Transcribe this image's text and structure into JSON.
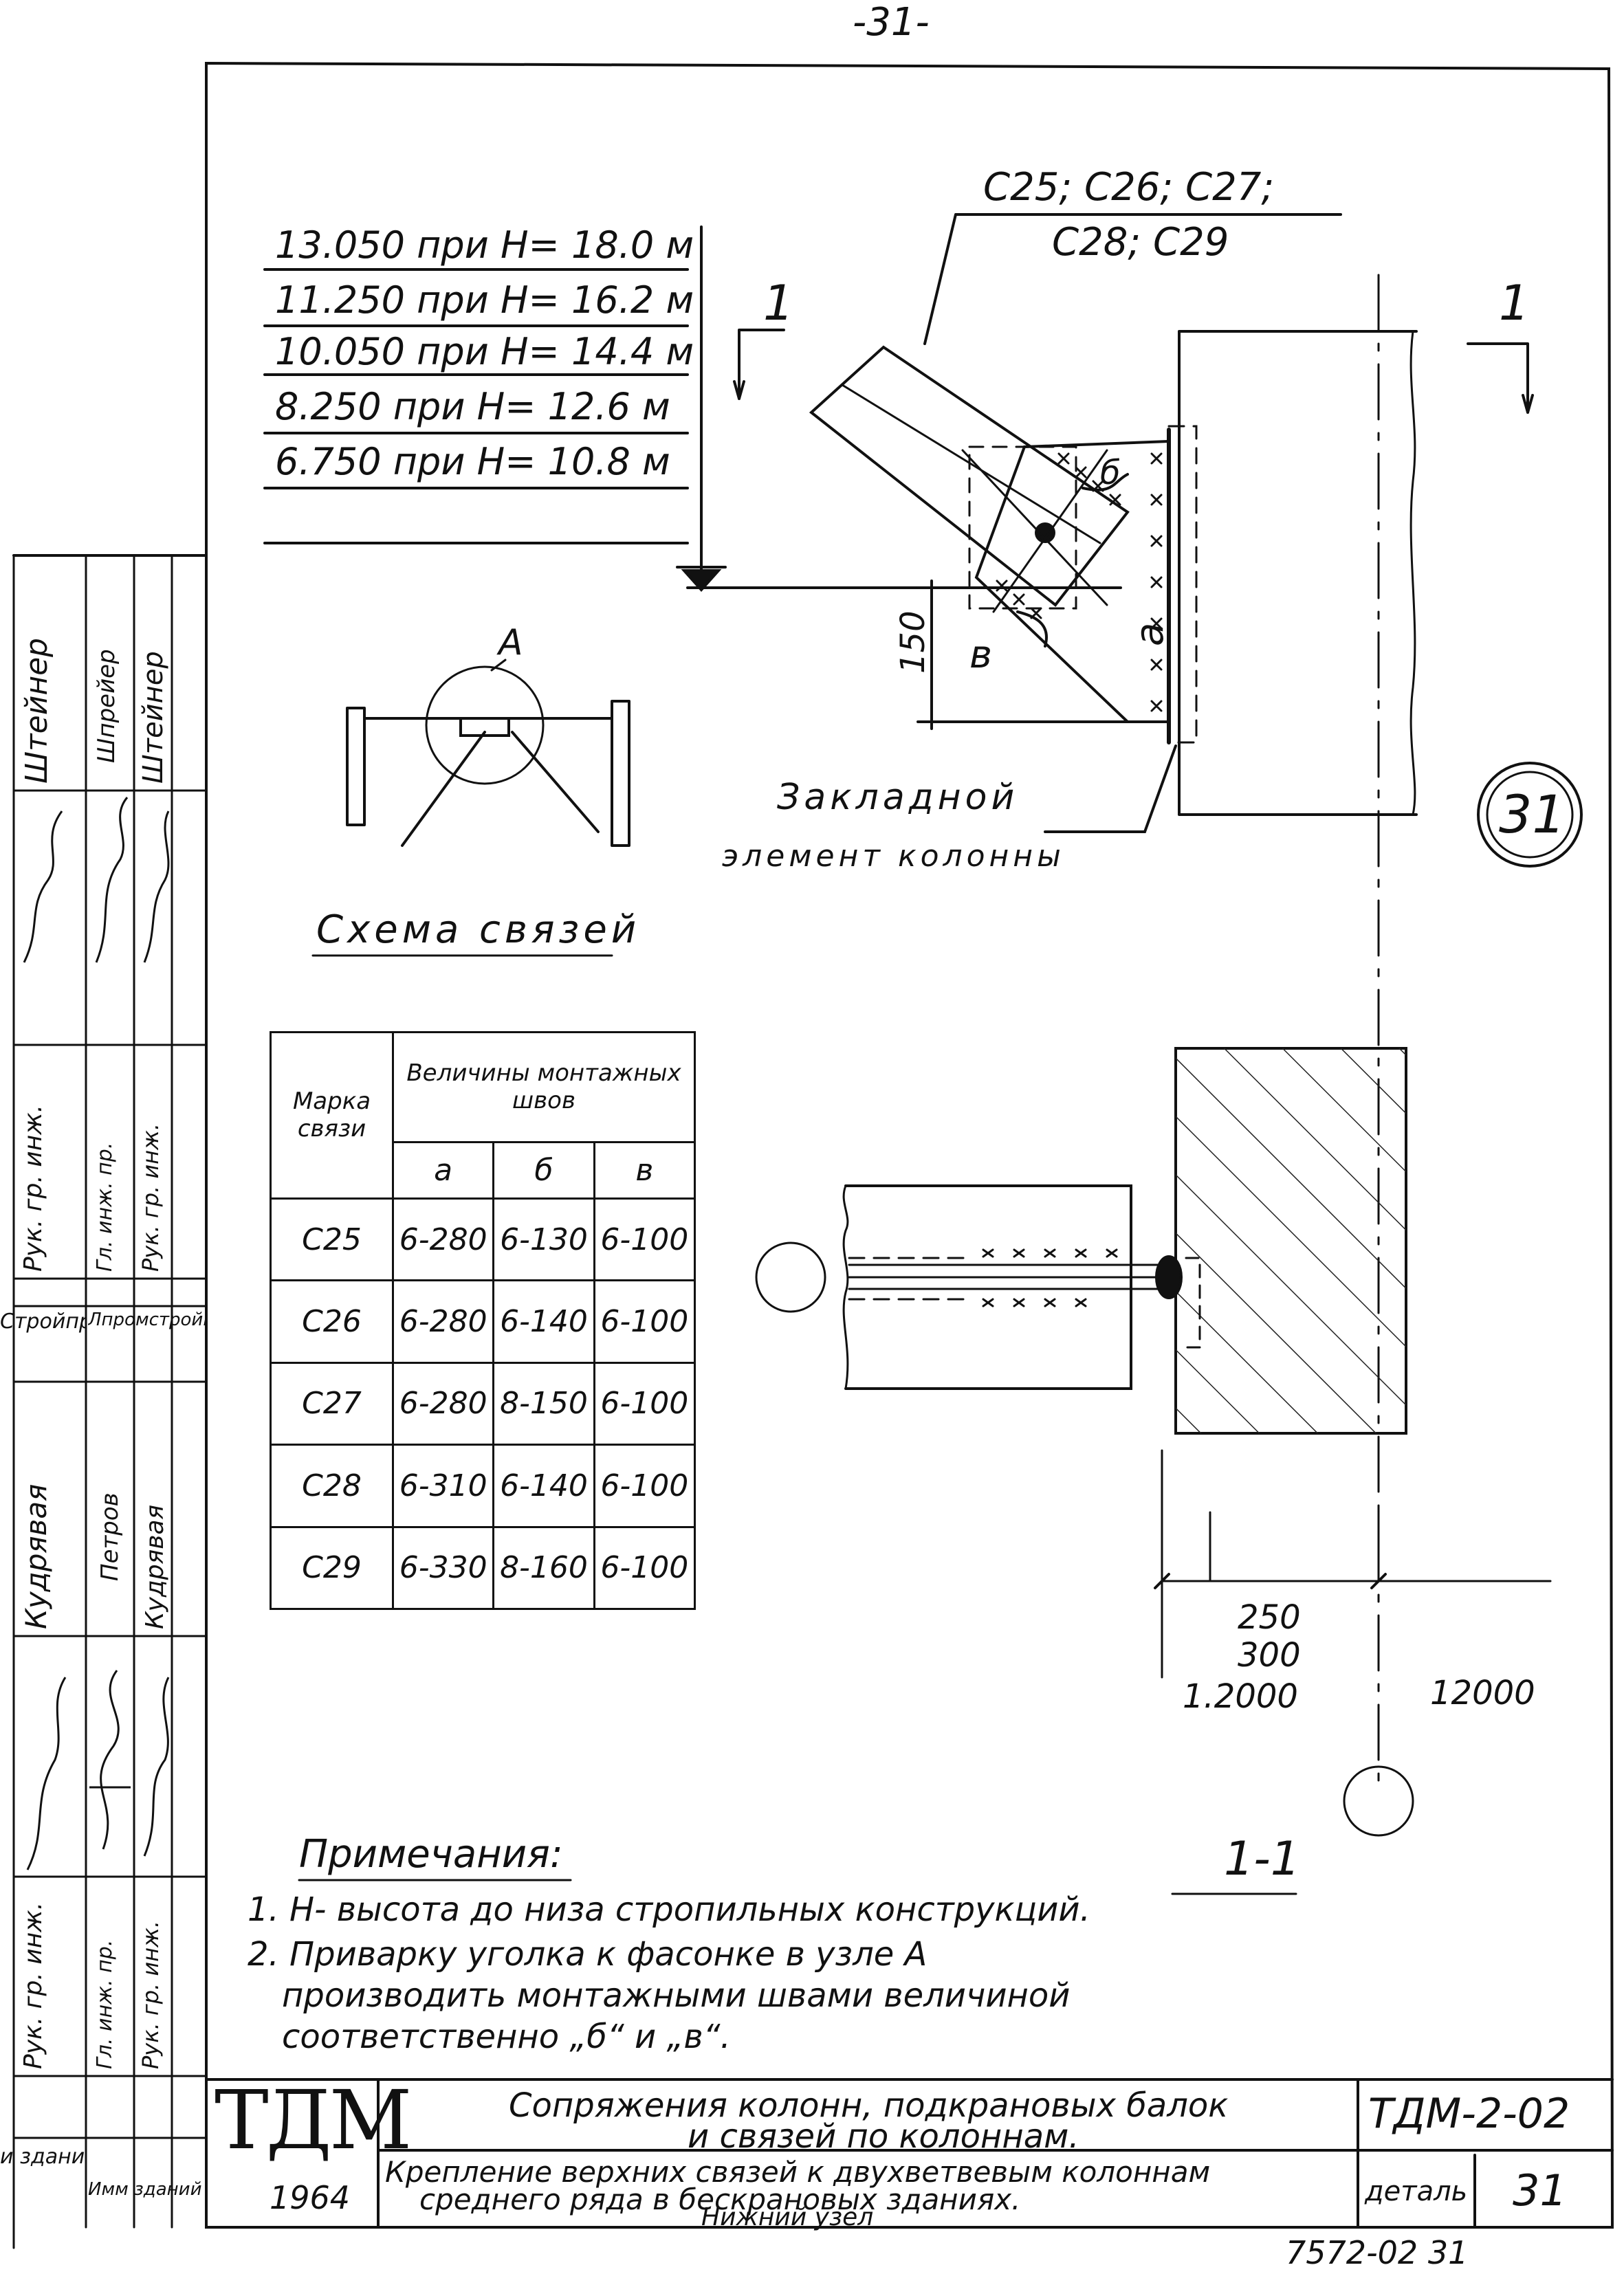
{
  "page_number": "-31-",
  "elevations": [
    "13.050 при H= 18.0 м",
    "11.250 при H= 16.2 м",
    "10.050 при H= 14.4 м",
    "8.250 при H= 12.6 м",
    "6.750 при H= 10.8 м"
  ],
  "brace_marks_line1": "С25; С26; С27;",
  "brace_marks_line2": "С28; С29",
  "section_mark": "1",
  "dim_150": "150",
  "weld_labels": {
    "a": "а",
    "b": "б",
    "v": "в"
  },
  "node_label": "А",
  "embedded_line1": "Закладной",
  "embedded_line2": "элемент колонны",
  "scheme_title": "Схема связей",
  "sheet_circle": "31",
  "table": {
    "col_mark": "Марка связи",
    "col_values": "Величины монтажных швов",
    "sub_a": "а",
    "sub_b": "б",
    "sub_v": "в",
    "rows": [
      [
        "С25",
        "6-280",
        "6-130",
        "6-100"
      ],
      [
        "С26",
        "6-280",
        "6-140",
        "6-100"
      ],
      [
        "С27",
        "6-280",
        "8-150",
        "6-100"
      ],
      [
        "С28",
        "6-310",
        "6-140",
        "6-100"
      ],
      [
        "С29",
        "6-330",
        "8-160",
        "6-100"
      ]
    ]
  },
  "dims": {
    "d250": "250",
    "d300": "300",
    "d1200": "1.2000",
    "d12000": "12000"
  },
  "section_title": "1-1",
  "notes_title": "Примечания:",
  "notes": [
    "1. H- высота до низа стропильных конструкций.",
    "2. Приварку уголка к фасонке в узле А",
    "производить монтажными швами величиной",
    "соответственно „б“ и „в“."
  ],
  "title_block": {
    "logo": "ТДМ",
    "year": "1964",
    "title1_l1": "Сопряжения колонн, подкрановых балок",
    "title1_l2": "и связей по колоннам.",
    "title2_l1": "Крепление верхних связей к двухветвевым колоннам",
    "title2_l2": "среднего ряда в бескрановых зданиях.",
    "title2_l3": "Нижний узел",
    "code": "ТДМ-2-02",
    "detail_label": "деталь",
    "detail_no": "31"
  },
  "side_stamp": {
    "roles_top": [
      "Рук. гр. инж.",
      "Гл. инж. пр.",
      "Рук. гр. инж."
    ],
    "names_top": [
      "Штейнер",
      "Шпрейер",
      "Штейнер"
    ],
    "org1": "Стройпроект",
    "org2": "Лпромстройпроект",
    "names_bottom": [
      "Кудрявая",
      "Петров",
      "Кудрявая"
    ],
    "roles_bottom": [
      "Рук. гр. инж.",
      "Гл. инж. пр.",
      "Рук. гр. инж."
    ],
    "org3": "и зданий",
    "org4": "Имм зданий"
  },
  "footer_code": "7572-02 31"
}
